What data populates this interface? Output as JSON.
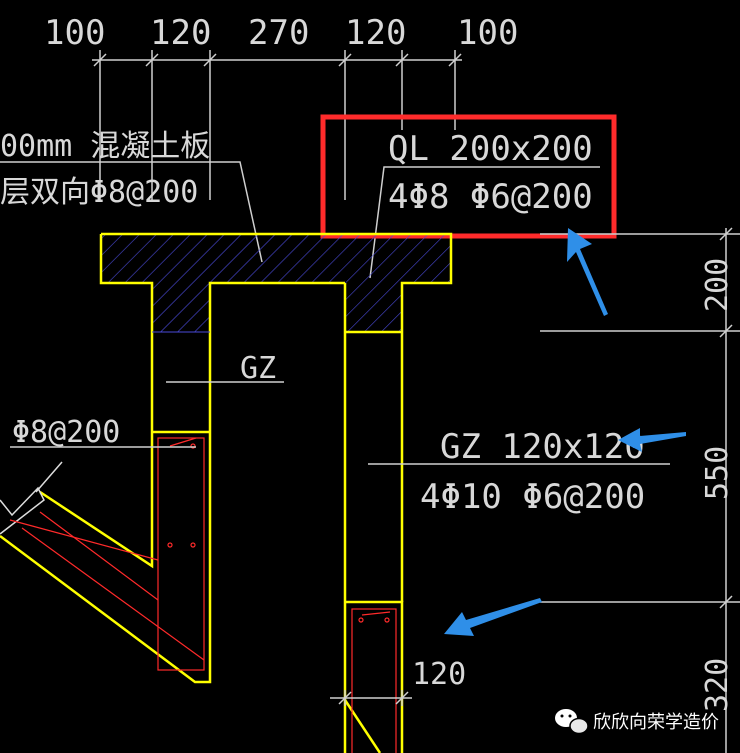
{
  "dims_top": [
    "100",
    "120",
    "270",
    "120",
    "100"
  ],
  "slab_label_line1": "00mm 混凝土板",
  "slab_label_line2": "层双向Φ8@200",
  "ql_label_line1": "QL 200x200",
  "ql_label_line2": "4Φ8  Φ6@200",
  "gz_left_label": "GZ",
  "left_rebar_label": "Φ8@200",
  "gz_right_line1": "GZ 120x120",
  "gz_right_line2": "4Φ10  Φ6@200",
  "dim_right_200": "200",
  "dim_right_550": "550",
  "dim_right_320": "320",
  "dim_bottom_120": "120",
  "watermark": "欣欣向荣学造价",
  "colors": {
    "outline": "#ffff00",
    "hatch": "#4a4ad8",
    "rebar": "#ff2a2a",
    "highlight_box": "#ff2b2b",
    "arrow": "#2f8fe8",
    "text": "#d8d8d8",
    "dim_line": "#cfcfcf"
  }
}
